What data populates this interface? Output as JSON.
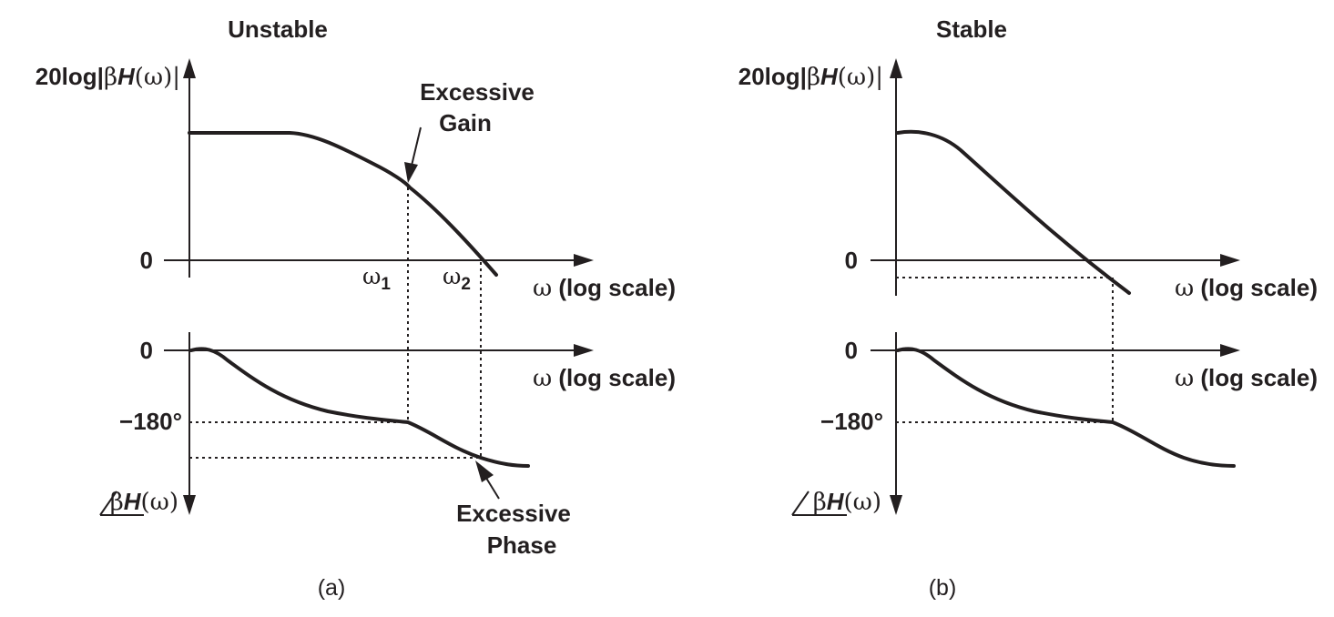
{
  "panel_a": {
    "title": "Unstable",
    "caption": "(a)",
    "mag_label_prefix": "20log|",
    "beta": "β",
    "H": "H",
    "omega_paren": "(ω)|",
    "zero_mag": "0",
    "omega1_sym": "ω",
    "omega1_sub": "1",
    "omega2_sym": "ω",
    "omega2_sub": "2",
    "freq_sym": "ω",
    "freq_label": " (log scale)",
    "zero_phase": "0",
    "minus180": "−180°",
    "phase_beta": "β",
    "phase_H": "H",
    "phase_omega": "(ω)",
    "gain_note_line1": "Excessive",
    "gain_note_line2": "Gain",
    "phase_note_line1": "Excessive",
    "phase_note_line2": "Phase"
  },
  "panel_b": {
    "title": "Stable",
    "caption": "(b)",
    "mag_label_prefix": "20log|",
    "beta": "β",
    "H": "H",
    "omega_paren": "(ω)|",
    "zero_mag": "0",
    "freq_sym": "ω",
    "freq_label": " (log scale)",
    "zero_phase": "0",
    "minus180": "−180°",
    "phase_beta": "β",
    "phase_H": "H",
    "phase_omega": "(ω)"
  }
}
